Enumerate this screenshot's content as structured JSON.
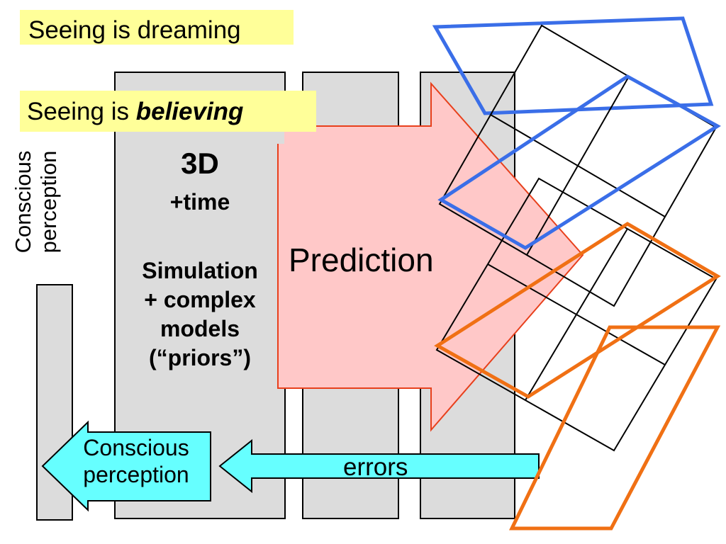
{
  "banners": {
    "dreaming": "Seeing is dreaming",
    "believing_prefix": "Seeing is ",
    "believing_emph": "believing"
  },
  "vertical_label": {
    "line1": "Conscious",
    "line2": "perception"
  },
  "column": {
    "heading": "3D",
    "subheading": "+time",
    "body_lines": [
      "Simulation",
      "+ complex",
      "models",
      "(“priors”)"
    ]
  },
  "prediction_arrow": {
    "label": "Prediction"
  },
  "perception_arrow": {
    "line1": "Conscious",
    "line2": "perception"
  },
  "errors_arrow": {
    "label": "errors"
  },
  "colors": {
    "column_fill": "#dcdcdc",
    "prediction_fill": "#ffc8c8",
    "prediction_stroke": "#e8401c",
    "cyan_fill": "#66ffff",
    "banner_fill": "#ffff99",
    "blue_outline": "#3a6ee8",
    "orange_outline": "#f07014"
  }
}
